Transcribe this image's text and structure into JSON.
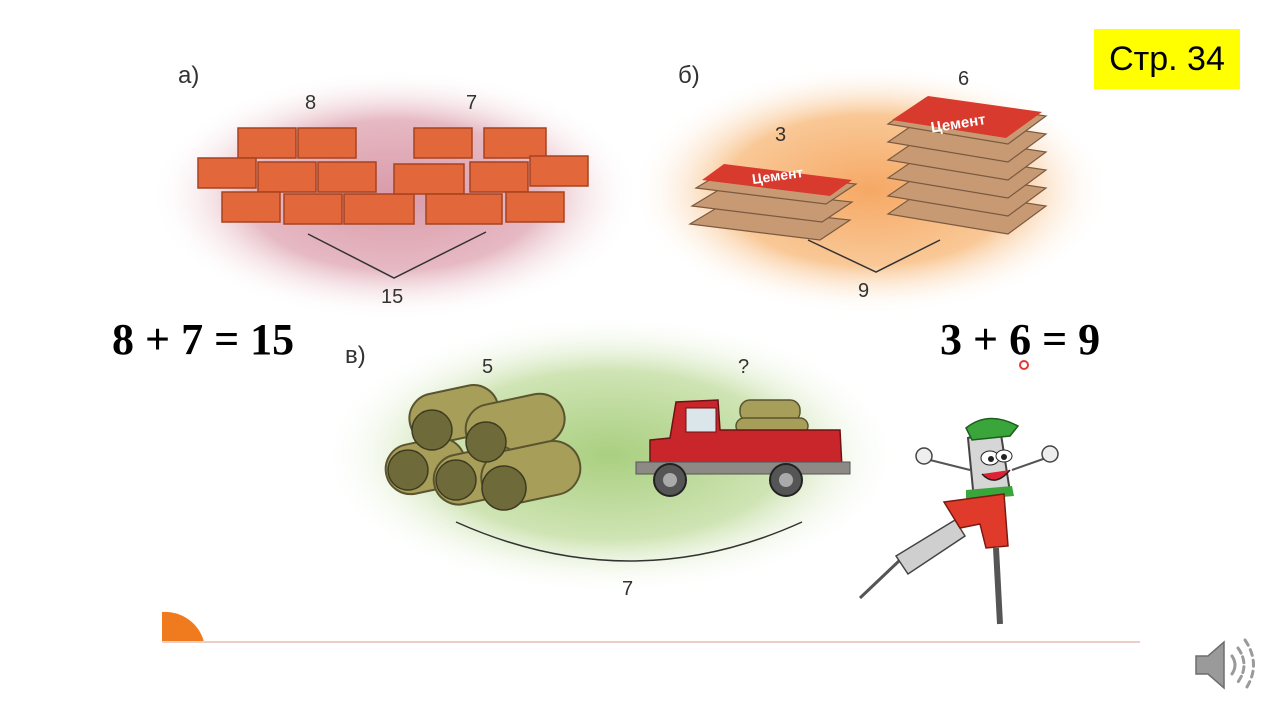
{
  "page_badge": "Стр. 34",
  "tasks": {
    "a": {
      "label": "а)",
      "left": "8",
      "right": "7",
      "total": "15",
      "equation": "8 + 7 = 15"
    },
    "b": {
      "label": "б)",
      "left": "3",
      "right": "6",
      "total": "9",
      "equation": "3 + 6 = 9",
      "bag_text": "Цемент"
    },
    "v": {
      "label": "в)",
      "left": "5",
      "right": "?",
      "total": "7"
    }
  },
  "icons": {
    "speaker": "speaker-icon"
  },
  "colors": {
    "badge": "#ffff00",
    "brick": "#e2673a",
    "bag": "#c89a73",
    "bag_label": "#d83a2e",
    "pipe": "#a79e5a",
    "truck": "#c8262b",
    "shorts": "#e03a2b",
    "cap": "#3aa53a"
  }
}
